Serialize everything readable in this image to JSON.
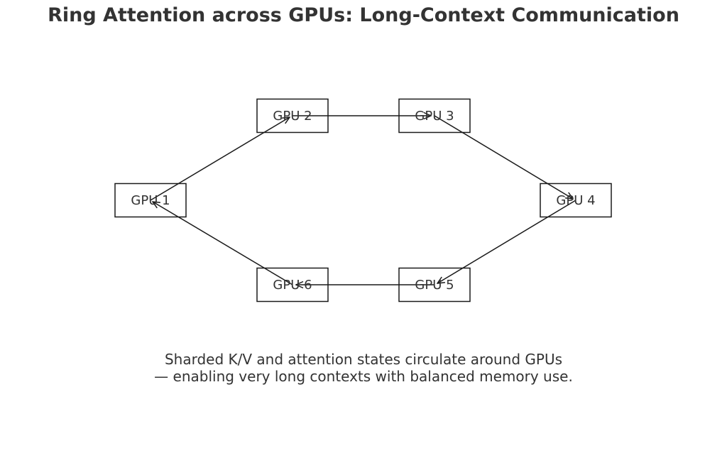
{
  "title": "Ring Attention across GPUs: Long-Context Communication",
  "nodes": [
    {
      "id": "gpu1",
      "label": "GPU 1"
    },
    {
      "id": "gpu2",
      "label": "GPU 2"
    },
    {
      "id": "gpu3",
      "label": "GPU 3"
    },
    {
      "id": "gpu4",
      "label": "GPU 4"
    },
    {
      "id": "gpu5",
      "label": "GPU 5"
    },
    {
      "id": "gpu6",
      "label": "GPU 6"
    }
  ],
  "edges": [
    {
      "from": "gpu1",
      "to": "gpu2"
    },
    {
      "from": "gpu2",
      "to": "gpu3"
    },
    {
      "from": "gpu3",
      "to": "gpu4"
    },
    {
      "from": "gpu4",
      "to": "gpu5"
    },
    {
      "from": "gpu5",
      "to": "gpu6"
    },
    {
      "from": "gpu6",
      "to": "gpu1"
    }
  ],
  "caption": {
    "line1": "Sharded K/V and attention states circulate around GPUs",
    "line2": "— enabling very long contexts with balanced memory use."
  },
  "colors": {
    "text": "#333333",
    "stroke": "#1a1a1a",
    "background": "#ffffff"
  }
}
